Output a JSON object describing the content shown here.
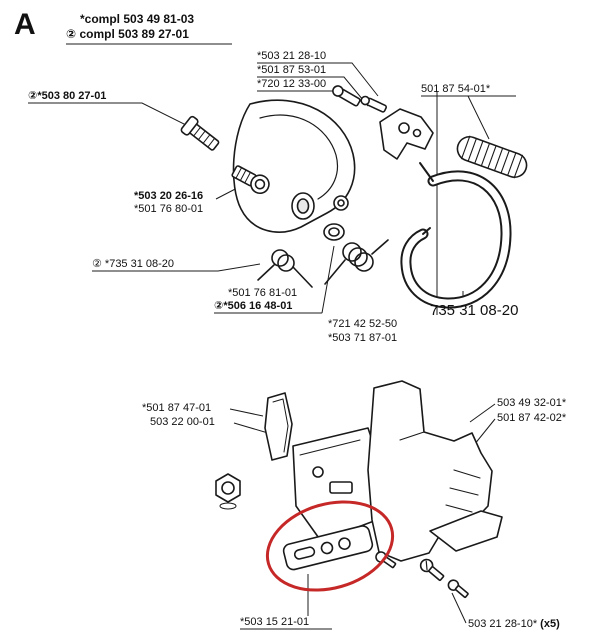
{
  "header": {
    "section_letter": "A",
    "compl_line1": "*compl 503 49 81-03",
    "compl_line2": "② compl 503 89 27-01"
  },
  "colors": {
    "highlight_red": "#c62828",
    "ink": "#1a1a1a"
  },
  "labels": [
    {
      "text": "*503 21 28-10"
    },
    {
      "text": "*501 87 53-01"
    },
    {
      "text": "*720 12 33-00"
    },
    {
      "text": "501 87 54-01*"
    },
    {
      "text": "②*503 80 27-01"
    },
    {
      "text": "*503 20 26-16"
    },
    {
      "text": "*501 76 80-01"
    },
    {
      "text": "② *735 31 08-20"
    },
    {
      "text": "*501 76 81-01"
    },
    {
      "text": "②*506 16 48-01"
    },
    {
      "text": "*721 42 52-50"
    },
    {
      "text": "*503 71 87-01"
    },
    {
      "text": "735 31 08-20"
    },
    {
      "text": "*501 87 47-01"
    },
    {
      "text": "503 22 00-01"
    },
    {
      "text": "503 49 32-01*"
    },
    {
      "text": "501 87 42-02*"
    },
    {
      "text": "*503 15 21-01"
    },
    {
      "text": "503 21 28-10*",
      "suffix": " (x5)"
    }
  ]
}
